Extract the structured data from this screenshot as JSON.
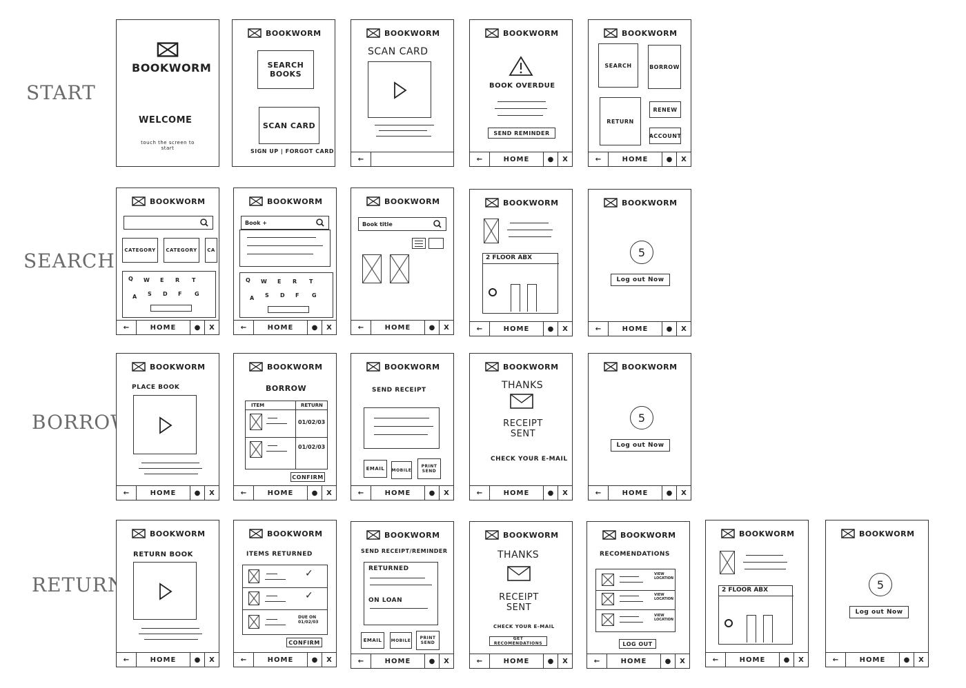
{
  "app_name": "BOOKWORM",
  "rows": {
    "start": "START",
    "search": "SEARCH",
    "borrow": "BORROW",
    "return": "RETURN"
  },
  "navbar": {
    "back": "←",
    "home": "HOME",
    "user": "●",
    "close": "X"
  },
  "start_screens": {
    "splash": {
      "title": "BOOKWORM",
      "welcome": "WELCOME",
      "hint": "touch the screen to start"
    },
    "menu1": {
      "search_books": "SEARCH BOOKS",
      "scan_card": "SCAN CARD",
      "footer": "SIGN UP | FORGOT CARD"
    },
    "scan": {
      "title": "SCAN CARD"
    },
    "overdue": {
      "message": "BOOK OVERDUE",
      "button": "SEND REMINDER"
    },
    "menu2": {
      "search": "SEARCH",
      "borrow": "BORROW",
      "return": "RETURN",
      "renew": "RENEW",
      "account": "ACCOUNT"
    }
  },
  "search_screens": {
    "s1": {
      "categories": [
        "CATEGORY",
        "CATEGORY",
        "CA"
      ],
      "keys_row1": [
        "Q",
        "W",
        "E",
        "R",
        "T"
      ],
      "keys_row2": [
        "A",
        "S",
        "D",
        "F",
        "G"
      ]
    },
    "s2": {
      "query": "Book +",
      "keys_row1": [
        "Q",
        "W",
        "E",
        "R",
        "T"
      ],
      "keys_row2": [
        "A",
        "S",
        "D",
        "F",
        "G"
      ]
    },
    "s3": {
      "query": "Book title"
    },
    "s4": {
      "map_label": "2 FLOOR   ABX"
    },
    "s5": {
      "countdown": "5",
      "logout": "Log out Now"
    }
  },
  "borrow_screens": {
    "b1": {
      "title": "PLACE BOOK"
    },
    "b2": {
      "title": "BORROW",
      "col_item": "ITEM",
      "col_return": "RETURN",
      "dates": [
        "01/02/03",
        "01/02/03"
      ],
      "confirm": "CONFIRM"
    },
    "b3": {
      "title": "SEND RECEIPT",
      "buttons": [
        "EMAIL",
        "MOBILE",
        "PRINT SEND"
      ]
    },
    "b4": {
      "thanks": "THANKS",
      "receipt": "RECEIPT SENT",
      "check": "CHECK YOUR E-MAIL"
    },
    "b5": {
      "countdown": "5",
      "logout": "Log out Now"
    }
  },
  "return_screens": {
    "r1": {
      "title": "RETURN BOOK"
    },
    "r2": {
      "title": "ITEMS RETURNED",
      "due": "DUE ON 01/02/03",
      "confirm": "CONFIRM"
    },
    "r3": {
      "title": "SEND RECEIPT/REMINDER",
      "returned": "RETURNED",
      "on_loan": "ON LOAN",
      "buttons": [
        "EMAIL",
        "MOBILE",
        "PRINT SEND"
      ]
    },
    "r4": {
      "thanks": "THANKS",
      "receipt": "RECEIPT SENT",
      "check": "CHECK YOUR E-MAIL",
      "button": "GET RECOMENDATIONS"
    },
    "r5": {
      "title": "RECOMENDATIONS",
      "view": "VIEW LOCATION",
      "logout": "LOG OUT"
    },
    "r6": {
      "map_label": "2 FLOOR   ABX"
    },
    "r7": {
      "countdown": "5",
      "logout": "Log out Now"
    }
  }
}
